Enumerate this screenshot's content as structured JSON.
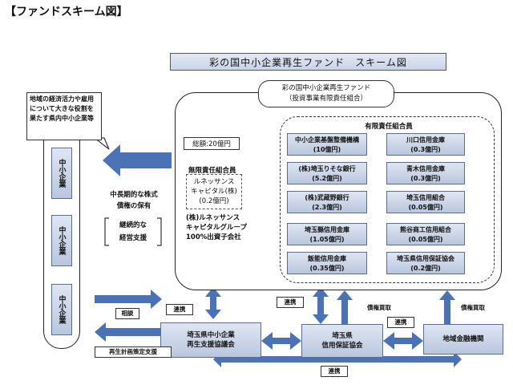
{
  "page_heading": "【ファンドスキーム図】",
  "scheme_title": "彩の国中小企業再生ファンド　スキーム図",
  "fund": {
    "name": "彩の国中小企業再生ファンド",
    "type": "（投資事業有限責任組合）"
  },
  "total": "総額:20億円",
  "limited_partners": {
    "title": "有限責任組合員",
    "members": [
      {
        "name": "中小企業基盤整備機構",
        "amount": "(10億円)"
      },
      {
        "name": "(株)埼玉りそな銀行",
        "amount": "(5.2億円)"
      },
      {
        "name": "(株)武蔵野銀行",
        "amount": "(2.3億円)"
      },
      {
        "name": "埼玉縣信用金庫",
        "amount": "(1.05億円)"
      },
      {
        "name": "飯能信用金庫",
        "amount": "(0.35億円)"
      },
      {
        "name": "川口信用金庫",
        "amount": "(0.3億円)"
      },
      {
        "name": "青木信用金庫",
        "amount": "(0.3億円)"
      },
      {
        "name": "埼玉信用組合",
        "amount": "(0.05億円)"
      },
      {
        "name": "熊谷商工信用組合",
        "amount": "(0.05億円)"
      },
      {
        "name": "埼玉県信用保証協会",
        "amount": "(0.2億円)"
      }
    ]
  },
  "unlimited_partner": {
    "title": "無限責任組合員",
    "member_line1": "ルネッサンス",
    "member_line2": "キャピタル(株)",
    "member_amount": "(0.2億円)",
    "parent_line1": "(株)ルネッサンス",
    "parent_line2": "キャピタルグループ",
    "parent_line3": "100%出資子会社"
  },
  "callout": "地域の経済活力や雇用について大きな役割を果たす県内中小企業等",
  "sme_label": "中小企業",
  "long_hold_line1": "中長期的な株式",
  "long_hold_line2": "債権の保有",
  "support_line1": "継続的な",
  "support_line2": "経営支援",
  "orgs": {
    "council_line1": "埼玉県中小企業",
    "council_line2": "再生支援協議会",
    "guarantee_line1": "埼玉県",
    "guarantee_line2": "信用保証協会",
    "bank": "地域金融機関"
  },
  "labels": {
    "renkei": "連携",
    "soudan": "相談",
    "saiken_kaitori": "債権買取",
    "plan_support": "再生計画策定支援"
  },
  "colors": {
    "arrow": "#4a72b4",
    "box_fill": "#c9d3e8",
    "box_border": "#5b6e92"
  }
}
